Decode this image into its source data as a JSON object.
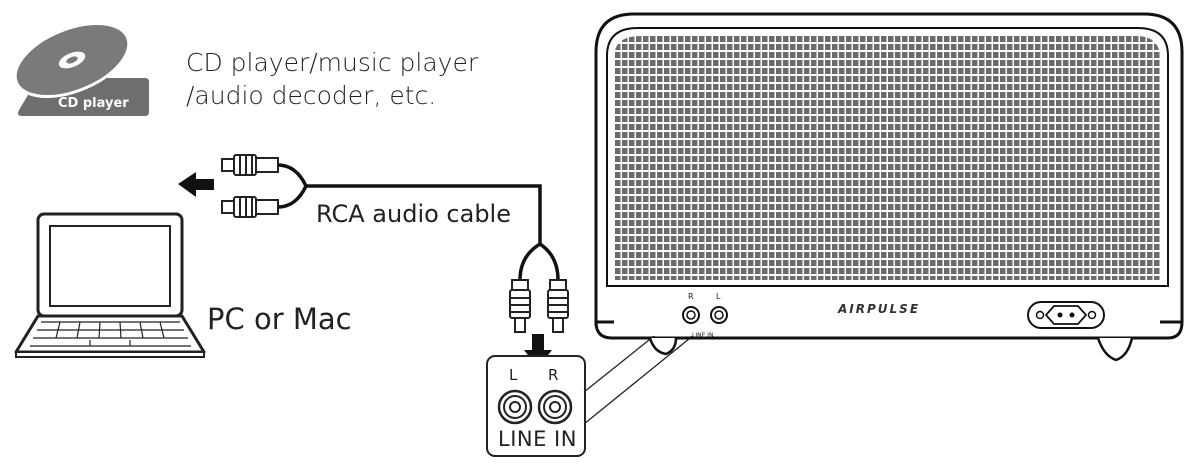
{
  "source": {
    "logo_text": "CD player",
    "line1": "CD player/music player",
    "line2": "/audio decoder, etc."
  },
  "cable": {
    "label": "RCA audio cable"
  },
  "computer": {
    "label": "PC or Mac"
  },
  "inset": {
    "left_label": "L",
    "right_label": "R",
    "title": "LINE IN"
  },
  "speaker": {
    "brand": "AIRPULSE",
    "jack_r": "R",
    "jack_l": "L",
    "jack_caption": "LINE IN"
  }
}
